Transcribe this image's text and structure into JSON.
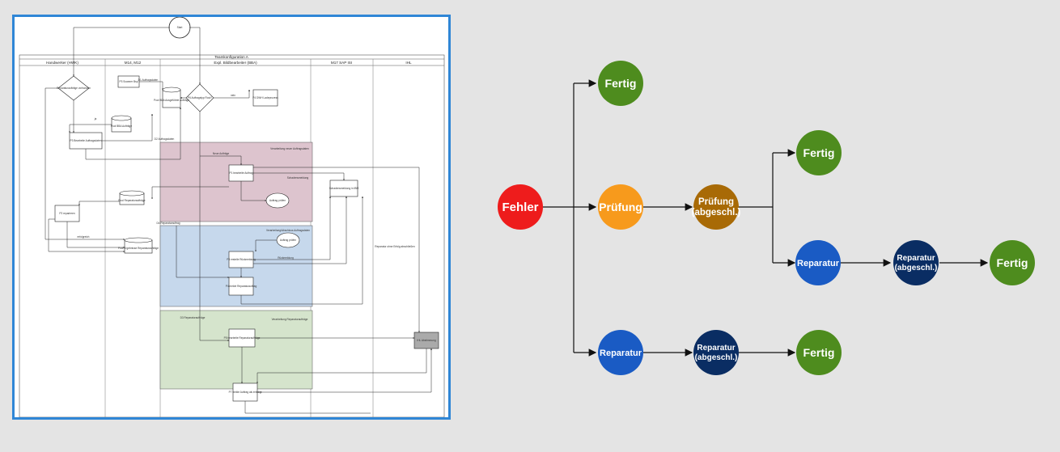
{
  "process_diagram": {
    "start_label": "Start",
    "config_title": "Teamkonfiguration A",
    "lanes": [
      "Handwerker (HWK)",
      "M14, M12",
      "Expl. Bildbearbeiter (BBA)",
      "M17 SAP ISI",
      "IHL"
    ],
    "region_labels": {
      "pink": "Verarbeitung neuer Auftragsdaten",
      "blue": "Verarbeitung/Abschluss Auftragsdaten",
      "green": "Verarbeitung Reparaturaufträge"
    },
    "shapes": {
      "decision_1": "Reparaturaufträge vorhanden",
      "decision_2": "P6 Auftragstyp Rout?",
      "db_1": "Pool BBA Ausgeführte Aufträge",
      "db_2": "Pool BBA Aufträge",
      "db_3": "Pool Reparaturaufträge",
      "db_4": "Pool Ergebnisse Reparaturaufträge",
      "box_1": "P3 Scanner Bsp",
      "box_2": "P3 Bearbeite Auftragsdaten",
      "box_3": "P4 DWH Ladeprozess",
      "box_4": "P1 bearbeite Auftrag",
      "box_5": "P2 reparieren",
      "box_6": "Schadensmeldung in IBM",
      "box_7": "P3 erstelle Rückmeldung",
      "box_8": "P4 melde Reparaturauftrag",
      "box_9": "P5 bearbeite Reparaturaufträge",
      "box_10": "P7 melde Auftrag als erledigt",
      "box_11": "IHL Abstimmung",
      "ellipse_1": "Auftrag prüfen",
      "ellipse_2": "Auftrag prüfen"
    },
    "edge_labels": {
      "e1": "D1 Auftragsdaten",
      "e2": "D2 Auftragsdaten",
      "e3": "D3 Reparaturaufträge",
      "e4": "nein",
      "e5": "ja",
      "e6": "Neue Aufträge",
      "e7": "D4 Reparaturauftrag",
      "e8": "erfolgreich",
      "e9": "Reparatur ohne Erfolg abschließen",
      "e10": "Schadensmeldung",
      "e11": "Rückmeldung"
    }
  },
  "state_tree": {
    "colors": {
      "red": "#ee1c1c",
      "orange": "#f79a1c",
      "brown": "#a86a06",
      "green": "#4e8c1e",
      "blue": "#1a5bc4",
      "navy": "#0a2d63"
    },
    "nodes": {
      "fehler": "Fehler",
      "pruefung": "Prüfung",
      "pruefung_abgeschl": [
        "Prüfung",
        "(abgeschl.)"
      ],
      "reparatur_top": "Reparatur",
      "reparatur_abgeschl_top": [
        "Reparatur",
        "(abgeschl.)"
      ],
      "reparatur_bottom": "Reparatur",
      "reparatur_abgeschl_bottom": [
        "Reparatur",
        "(abgeschl.)"
      ],
      "fertig": "Fertig"
    }
  }
}
